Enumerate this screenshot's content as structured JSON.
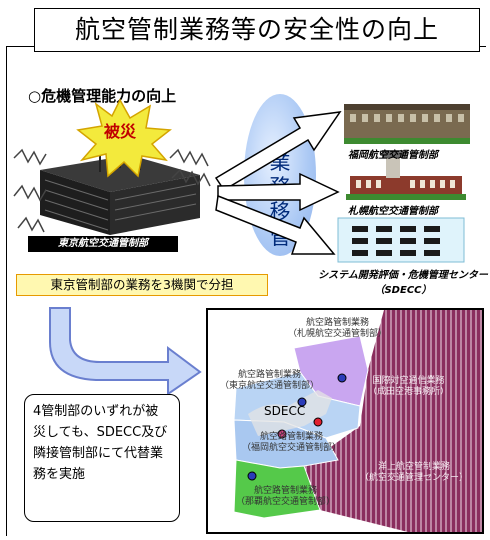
{
  "title": "航空管制業務等の安全性の向上",
  "section_heading": "○危機管理能力の向上",
  "source_facility": {
    "damage_label": "被災",
    "name": "東京航空交通管制部"
  },
  "transfer_label_chars": [
    "業",
    "務",
    "移",
    "管"
  ],
  "destinations": [
    {
      "name": "福岡航空交通管制部"
    },
    {
      "name": "札幌航空交通管制部"
    },
    {
      "name": "システム開発評価・危機管理センター",
      "sub": "（SDECC）"
    }
  ],
  "split_note": "東京管制部の業務を3機関で分担",
  "callout_text": "4管制部のいずれが被災しても、SDECC及び隣接管制部にて代替業務を実施",
  "map": {
    "regions": [
      {
        "line1": "航空路管制業務",
        "line2": "（札幌航空交通管制部）",
        "color": "#c9a6f0"
      },
      {
        "line1": "航空路管制業務",
        "line2": "（東京航空交通管制部）",
        "color": "#b9d4f4"
      },
      {
        "line1": "航空路管制業務",
        "line2": "（福岡航空交通管制部）",
        "color": "#a9c8f0"
      },
      {
        "line1": "航空路管制業務",
        "line2": "（那覇航空交通管制部）",
        "color": "#55c94a"
      },
      {
        "line1": "洋上航空管制業務",
        "line2": "（航空交通管理センター）",
        "color": "#8a2e5e"
      },
      {
        "line1": "国際対空通信業務",
        "line2": "（成田空港事務所）",
        "color": "#8a2e5e"
      }
    ],
    "sdecc_label": "SDECC"
  },
  "colors": {
    "ocean_hatch": "#8a2e5e",
    "callout_border": "#000000",
    "note_fill": "#fff8b0",
    "note_border": "#e69a00"
  }
}
